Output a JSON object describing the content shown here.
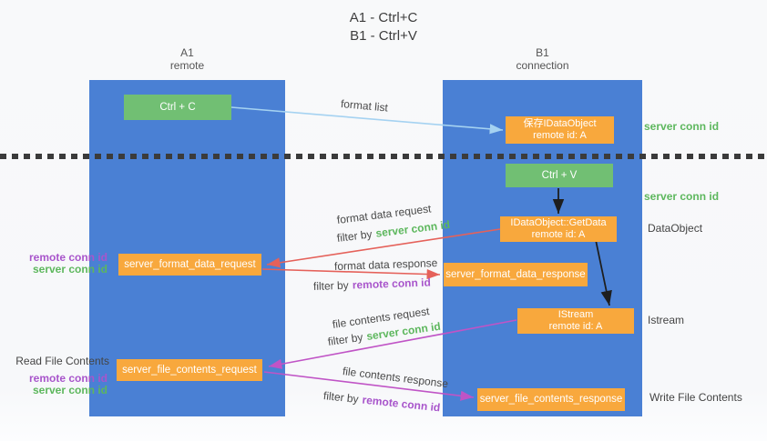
{
  "title": {
    "line1": "A1 - Ctrl+C",
    "line2": "B1 - Ctrl+V"
  },
  "lifelines": {
    "left": {
      "name": "A1",
      "role": "remote"
    },
    "right": {
      "name": "B1",
      "role": "connection"
    }
  },
  "boxes": {
    "ctrl_c": {
      "label": "Ctrl + C"
    },
    "save_dataobject": {
      "line1": "保存IDataObject",
      "line2": "remote id: A"
    },
    "ctrl_v": {
      "label": "Ctrl + V"
    },
    "getdata": {
      "line1": "IDataObject::GetData",
      "line2": "remote id: A"
    },
    "format_request": {
      "label": "server_format_data_request"
    },
    "format_response": {
      "label": "server_format_data_response"
    },
    "istream": {
      "line1": "IStream",
      "line2": "remote id: A"
    },
    "file_request": {
      "label": "server_file_contents_request"
    },
    "file_response": {
      "label": "server_file_contents_response"
    }
  },
  "arrow_labels": {
    "format_list": "format list",
    "format_data_request": "format data request",
    "format_request_filter": {
      "prefix": "filter by",
      "keyword": "server conn id"
    },
    "format_data_response": "format data response",
    "format_response_filter": {
      "prefix": "filter by",
      "keyword": "remote conn id"
    },
    "file_contents_request": "file contents request",
    "file_request_filter": {
      "prefix": "filter by",
      "keyword": "server conn id"
    },
    "file_contents_response": "file contents response",
    "file_response_filter": {
      "prefix": "filter by",
      "keyword": "remote conn id"
    }
  },
  "side_labels": {
    "right": {
      "server_conn_id_top": "server conn id",
      "server_conn_id_mid": "server conn id",
      "dataobject": "DataObject",
      "istream": "Istream",
      "write_file_contents": "Write File Contents"
    },
    "left": {
      "format_remote_conn_id": "remote conn id",
      "format_server_conn_id": "server conn id",
      "read_file_contents": "Read File Contents",
      "file_remote_conn_id": "remote conn id",
      "file_server_conn_id": "server conn id"
    }
  },
  "colors": {
    "lifeline_blue": "#4a80d4",
    "box_orange": "#f8a83d",
    "box_green": "#71bf73",
    "label_green": "#5db75d",
    "label_purple": "#a855cb",
    "arrow_red": "#e5615a",
    "arrow_magenta": "#c054c6",
    "arrow_lightblue": "#a5d2f1",
    "arrow_black": "#1e1e1e",
    "text_dark": "#444444",
    "background": "#f8f9fb"
  }
}
